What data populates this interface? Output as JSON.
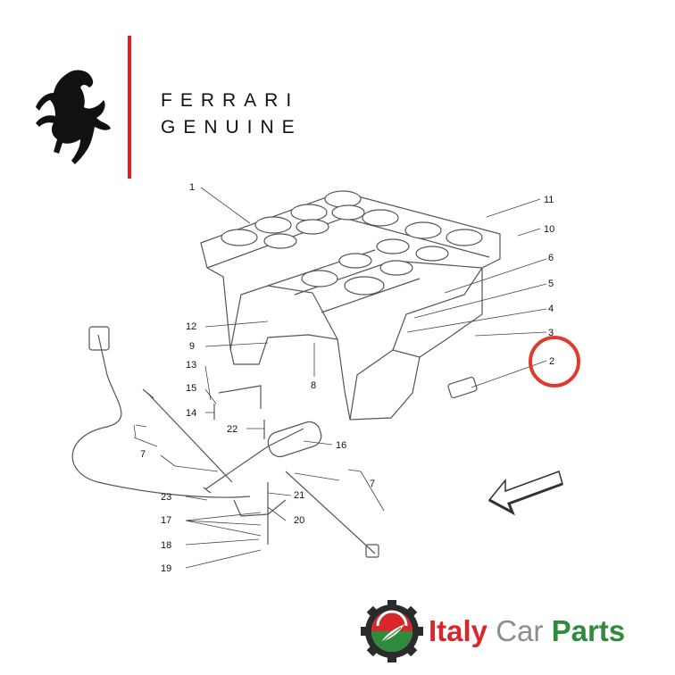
{
  "brand": {
    "line1": "FERRARI",
    "line2": "GENUINE",
    "divider_color": "#e02020",
    "logo_icon": "prancing-horse-icon"
  },
  "diagram": {
    "highlight_color": "#e03a2f",
    "highlighted_callout": "2",
    "direction_icon": "arrow-pointing-down-left-icon",
    "callouts": {
      "c1": "1",
      "c11": "11",
      "c10": "10",
      "c6": "6",
      "c5": "5",
      "c4": "4",
      "c3": "3",
      "c2": "2",
      "c12": "12",
      "c9": "9",
      "c8": "8",
      "c13": "13",
      "c15": "15",
      "c14": "14",
      "c22": "22",
      "c16": "16",
      "c7a": "7",
      "c7b": "7",
      "c23": "23",
      "c21": "21",
      "c17": "17",
      "c20": "20",
      "c18": "18",
      "c19": "19"
    }
  },
  "footer": {
    "word1": "Italy",
    "word2": "Car",
    "word3": "Parts",
    "logo_icon": "gear-flag-leaf-icon",
    "colors": {
      "red": "#d9262b",
      "grey": "#8a8f94",
      "green": "#2e8b3c"
    }
  }
}
